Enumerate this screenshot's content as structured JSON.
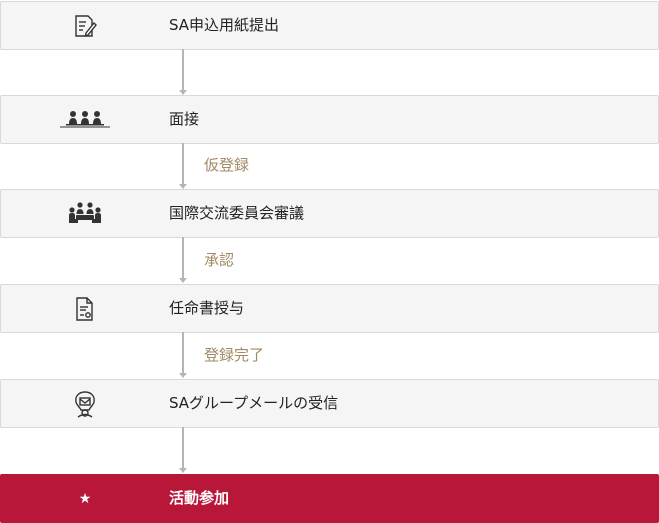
{
  "steps": [
    {
      "label": "SA申込用紙提出",
      "icon": "form-pen-icon"
    },
    {
      "label": "面接",
      "icon": "interview-panel-icon"
    },
    {
      "label": "国際交流委員会審議",
      "icon": "committee-meeting-icon"
    },
    {
      "label": "任命書授与",
      "icon": "certificate-document-icon"
    },
    {
      "label": "SAグループメールの受信",
      "icon": "mail-person-icon"
    },
    {
      "label": "活動参加",
      "icon": "star-icon",
      "icon_glyph": "★"
    }
  ],
  "transitions": [
    {
      "label": ""
    },
    {
      "label": "仮登録"
    },
    {
      "label": "承認"
    },
    {
      "label": "登録完了"
    },
    {
      "label": ""
    }
  ],
  "colors": {
    "final_step_bg": "#b8173a",
    "transition_label": "#a08a63",
    "step_bg": "#f5f5f5"
  }
}
